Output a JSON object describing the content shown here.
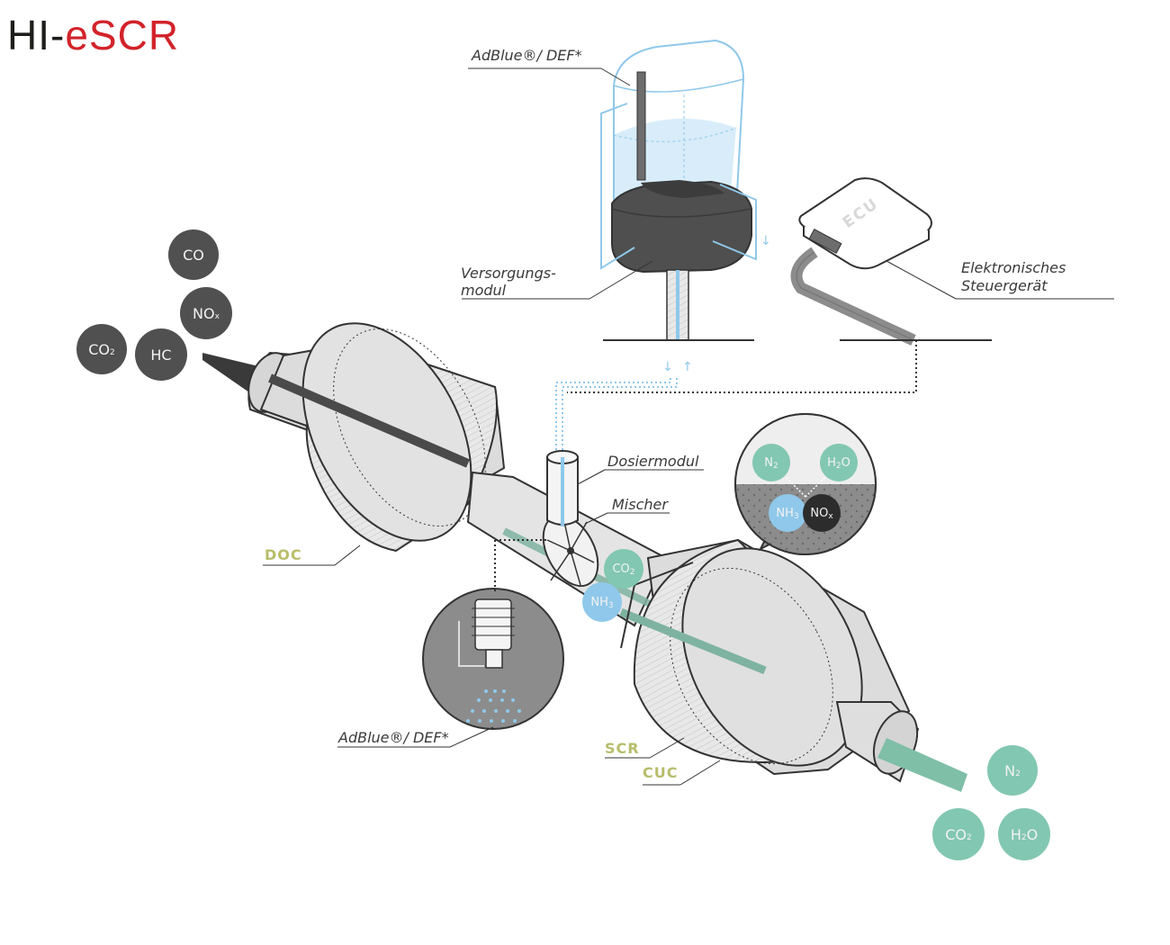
{
  "logo": {
    "part1": "HI-",
    "part2": "eSCR"
  },
  "colors": {
    "accent": "#d2232a",
    "label": "#b8bd6a",
    "teal": "#82c7b1",
    "blue": "#8fc8ea",
    "dark": "#505050"
  },
  "labels": {
    "adblue_top": "AdBlue®/ DEF*",
    "supply_line1": "Versorgungs-",
    "supply_line2": "modul",
    "ecu_title": "ECU",
    "ecu_line1": "Elektronisches",
    "ecu_line2": "Steuergerät",
    "dosing": "Dosiermodul",
    "mixer": "Mischer",
    "adblue_bottom": "AdBlue®/ DEF*",
    "doc": "DOC",
    "scr": "SCR",
    "cuc": "CUC"
  },
  "molecules": {
    "co": "CO",
    "no_base": "NO",
    "no_sub": "x",
    "co2_base": "CO",
    "co2_sub": "2",
    "hc": "HC",
    "nh_base": "NH",
    "nh_sub": "3",
    "n_base": "N",
    "n_sub": "2",
    "h_base": "H",
    "h_sub": "2",
    "h_tail": "O"
  }
}
